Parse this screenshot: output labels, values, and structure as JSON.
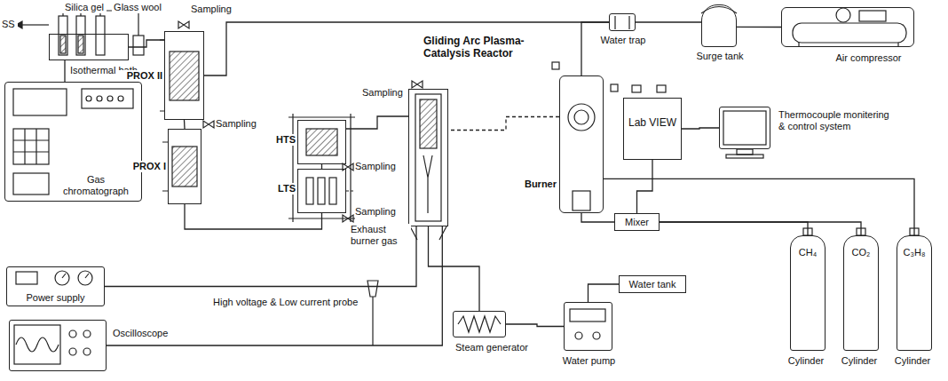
{
  "diagram": {
    "nodes": [
      {
        "text": [
          "Isothermal bath"
        ]
      },
      {
        "text": [
          "Gas chromatograph"
        ]
      },
      {
        "text": [
          "PROX II"
        ]
      },
      {
        "text": [
          "PROX I"
        ]
      },
      {
        "text": [
          "HTS"
        ]
      },
      {
        "text": [
          "LTS"
        ]
      },
      {
        "text": [
          "Gliding Arc Plasma-Catalysis Reactor"
        ]
      },
      {
        "text": [
          "Burner"
        ]
      },
      {
        "text": [
          "Water trap"
        ]
      },
      {
        "text": [
          "Surge tank"
        ]
      },
      {
        "text": [
          "Air compressor"
        ]
      },
      {
        "text": [
          "Lab VIEW"
        ]
      },
      {
        "text": [
          "Thermocouple monitering & control system"
        ]
      },
      {
        "text": [
          "Mixer"
        ]
      },
      {
        "text": [
          "CH₄",
          "Cylinder"
        ]
      },
      {
        "text": [
          "CO₂",
          "Cylinder"
        ]
      },
      {
        "text": [
          "C₃H₈",
          "Cylinder"
        ]
      },
      {
        "text": [
          "Water tank"
        ]
      },
      {
        "text": [
          "Water pump"
        ]
      },
      {
        "text": [
          "Steam generator"
        ]
      },
      {
        "text": [
          "Power supply"
        ]
      },
      {
        "text": [
          "Oscilloscope"
        ]
      }
    ],
    "edges": [
      {
        "from": 10,
        "to": 9,
        "arrow": "none"
      },
      {
        "from": 9,
        "to": 8,
        "arrow": "none"
      },
      {
        "from": 8,
        "to": 2,
        "arrow": "none"
      },
      {
        "from": 8,
        "to": 7,
        "arrow": "none"
      },
      {
        "from": 14,
        "to": 13,
        "arrow": "none"
      },
      {
        "from": 15,
        "to": 13,
        "arrow": "none"
      },
      {
        "from": 16,
        "to": 7,
        "arrow": "none"
      },
      {
        "from": 13,
        "to": 7,
        "arrow": "none"
      },
      {
        "from": 17,
        "to": 18,
        "arrow": "none"
      },
      {
        "from": 18,
        "to": 19,
        "arrow": "none"
      },
      {
        "from": 19,
        "to": 6,
        "arrow": "none"
      },
      {
        "from": 11,
        "to": 13,
        "arrow": "none"
      },
      {
        "from": 11,
        "to": 12,
        "arrow": "none"
      },
      {
        "from": 6,
        "to": 4,
        "arrow": "none"
      },
      {
        "from": 4,
        "to": 5,
        "arrow": "none"
      },
      {
        "from": 5,
        "to": 3,
        "arrow": "none"
      },
      {
        "from": 3,
        "to": 2,
        "arrow": "none"
      },
      {
        "from": 2,
        "to": 0,
        "arrow": "none"
      },
      {
        "from": 0,
        "to": 1,
        "arrow": "none"
      },
      {
        "from": 7,
        "to": 6,
        "arrow": "none"
      },
      {
        "from": 20,
        "to": 6,
        "arrow": "none"
      },
      {
        "from": 21,
        "to": 6,
        "arrow": "none"
      }
    ],
    "labels": [
      "SS",
      "Silica gel",
      "Glass wool",
      "Sampling",
      "Sampling",
      "Sampling",
      "Sampling",
      "Sampling",
      "Exhaust burner gas",
      "High voltage & Low current probe"
    ]
  }
}
